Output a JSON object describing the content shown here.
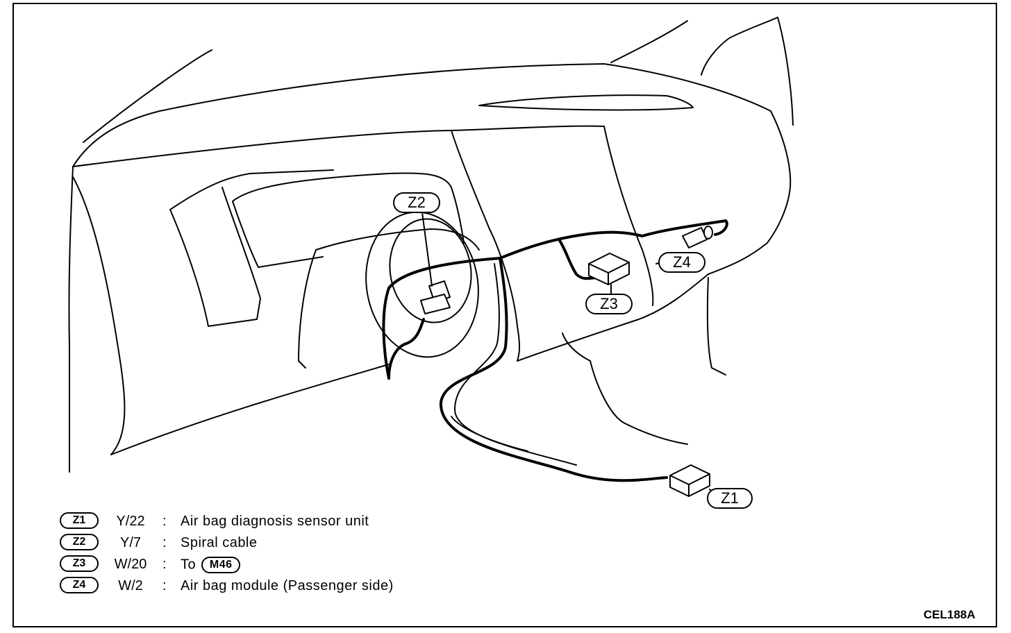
{
  "callouts": {
    "z1": "Z1",
    "z2": "Z2",
    "z3": "Z3",
    "z4": "Z4"
  },
  "legend": [
    {
      "badge": "Z1",
      "code": "Y/22",
      "colon": ":",
      "description": "Air bag diagnosis sensor unit"
    },
    {
      "badge": "Z2",
      "code": "Y/7",
      "colon": ":",
      "description": "Spiral cable"
    },
    {
      "badge": "Z3",
      "code": "W/20",
      "colon": ":",
      "description": "To",
      "ref_badge": "M46"
    },
    {
      "badge": "Z4",
      "code": "W/2",
      "colon": ":",
      "description": "Air bag module (Passenger side)"
    }
  ],
  "figure_id": "CEL188A"
}
